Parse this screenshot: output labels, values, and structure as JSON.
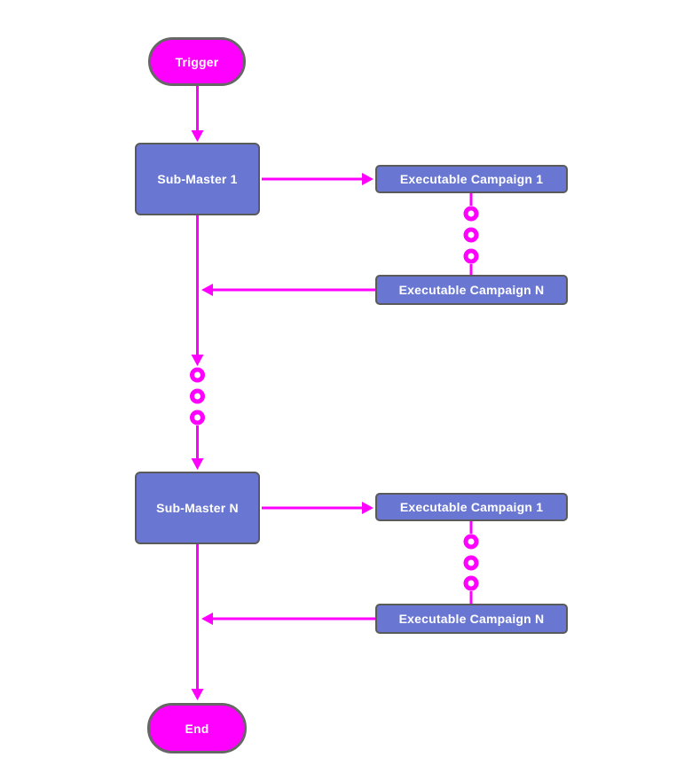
{
  "diagram": {
    "colors": {
      "accent": "#ff00ff",
      "process_fill": "#6a77d2",
      "process_border": "#5a5a5a",
      "terminator_fill": "#ff00ff",
      "terminator_border": "#666666",
      "label_text": "#ffffff",
      "background": "#ffffff"
    },
    "nodes": {
      "trigger": {
        "label": "Trigger",
        "shape": "terminator"
      },
      "sub_master_1": {
        "label": "Sub-Master 1",
        "shape": "process"
      },
      "campaign_1_top": {
        "label": "Executable Campaign 1",
        "shape": "process"
      },
      "campaign_n_top": {
        "label": "Executable Campaign N",
        "shape": "process"
      },
      "sub_master_n": {
        "label": "Sub-Master N",
        "shape": "process"
      },
      "campaign_1_bottom": {
        "label": "Executable Campaign 1",
        "shape": "process"
      },
      "campaign_n_bottom": {
        "label": "Executable Campaign N",
        "shape": "process"
      },
      "end": {
        "label": "End",
        "shape": "terminator"
      }
    },
    "edges": [
      {
        "from": "trigger",
        "to": "sub_master_1",
        "style": "arrow"
      },
      {
        "from": "sub_master_1",
        "to": "campaign_1_top",
        "style": "arrow"
      },
      {
        "from": "campaign_1_top",
        "to": "campaign_n_top",
        "style": "ellipsis-rings"
      },
      {
        "from": "campaign_n_top",
        "to": "sub_master_1",
        "style": "arrow"
      },
      {
        "from": "sub_master_1",
        "to": "sub_master_n",
        "style": "arrow-ellipsis-rings-arrow"
      },
      {
        "from": "sub_master_n",
        "to": "campaign_1_bottom",
        "style": "arrow"
      },
      {
        "from": "campaign_1_bottom",
        "to": "campaign_n_bottom",
        "style": "ellipsis-rings"
      },
      {
        "from": "campaign_n_bottom",
        "to": "sub_master_n",
        "style": "arrow"
      },
      {
        "from": "sub_master_n",
        "to": "end",
        "style": "arrow"
      }
    ]
  }
}
